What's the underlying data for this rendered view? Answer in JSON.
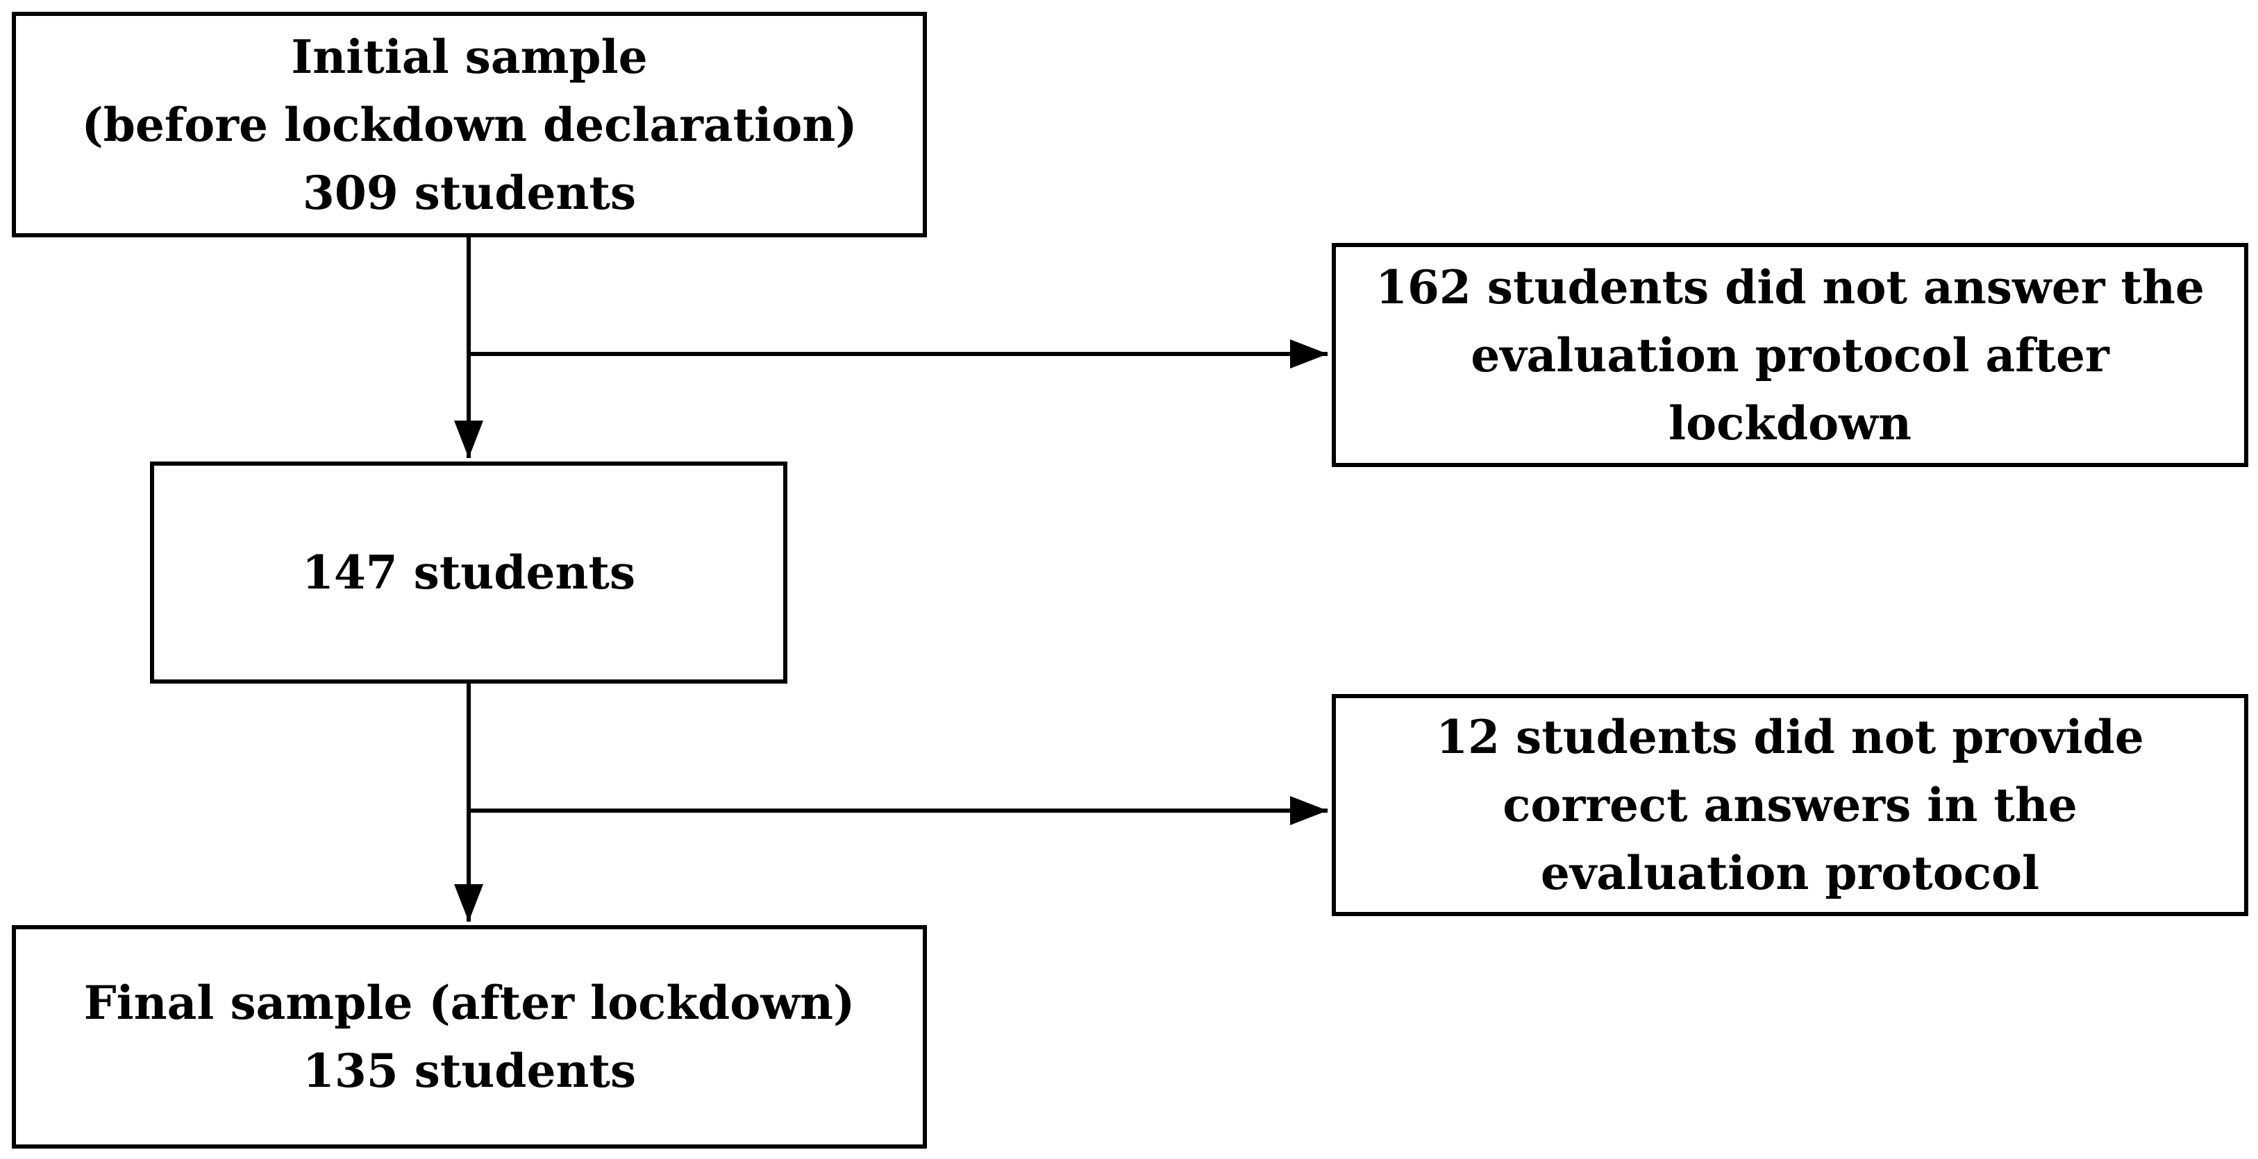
{
  "flowchart": {
    "initial_sample": {
      "line1": "Initial sample",
      "line2": "(before lockdown declaration)",
      "line3": "309 students"
    },
    "intermediate": {
      "line1": "147 students"
    },
    "final_sample": {
      "line1": "Final sample (after lockdown)",
      "line2": "135 students"
    },
    "exclusion_1": {
      "line1": "162 students did not answer the",
      "line2": "evaluation protocol after",
      "line3": "lockdown"
    },
    "exclusion_2": {
      "line1": "12 students did not provide",
      "line2": "correct answers in the",
      "line3": "evaluation protocol"
    }
  }
}
